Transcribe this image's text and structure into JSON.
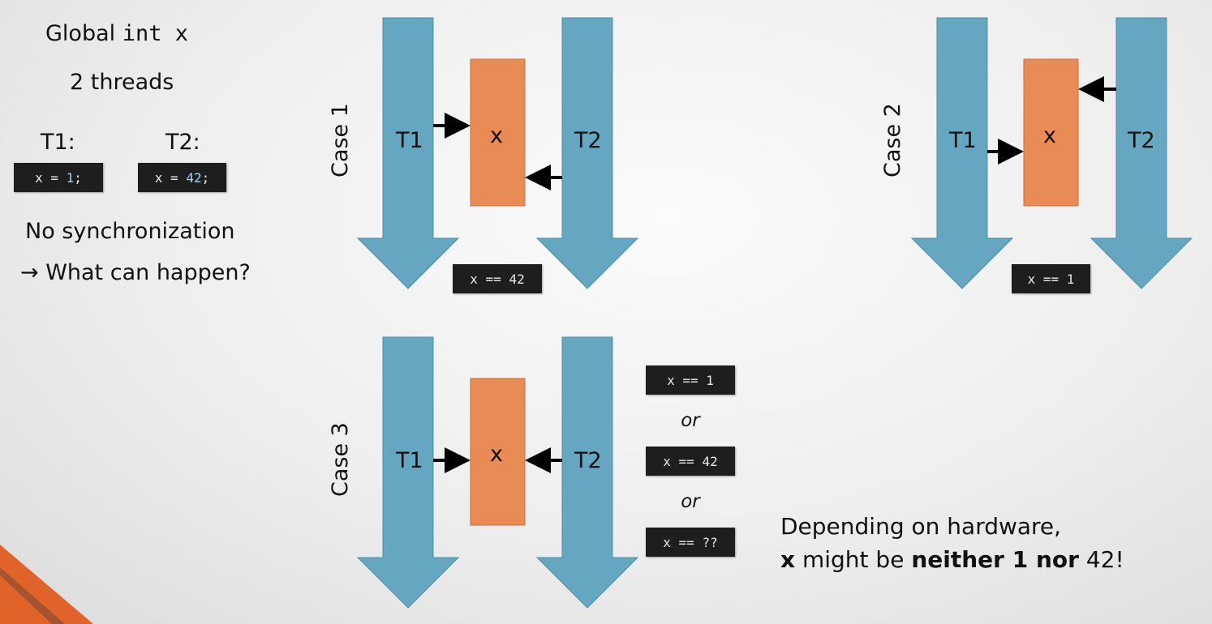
{
  "intro": {
    "global_prefix": "Global ",
    "global_code": "int x",
    "threads": "2 threads",
    "t1_label": "T1:",
    "t2_label": "T2:",
    "t1_code_pre": "x = ",
    "t1_code_num": "1",
    "t1_code_post": ";",
    "t2_code_pre": "x = ",
    "t2_code_num": "42",
    "t2_code_post": ";",
    "no_sync": "No synchronization",
    "question": "→ What can happen?"
  },
  "case1": {
    "label": "Case 1",
    "thread1": "T1",
    "thread2": "T2",
    "var": "x",
    "result": "x == 42"
  },
  "case2": {
    "label": "Case 2",
    "thread1": "T1",
    "thread2": "T2",
    "var": "x",
    "result": "x == 1"
  },
  "case3": {
    "label": "Case 3",
    "thread1": "T1",
    "thread2": "T2",
    "var": "x",
    "result_a": "x == 1",
    "or_1": "or",
    "result_b": "x == 42",
    "or_2": "or",
    "result_c": "x == ??"
  },
  "conclusion": {
    "line1": "Depending on hardware,",
    "var": "x",
    "mid": " might be ",
    "bold": "neither 1 nor",
    "end": " 42!"
  },
  "colors": {
    "thread_arrow": "#65a7c0",
    "variable_box": "#e98b54",
    "code_bg": "#1e1e1e",
    "accent": "#e0632a"
  }
}
